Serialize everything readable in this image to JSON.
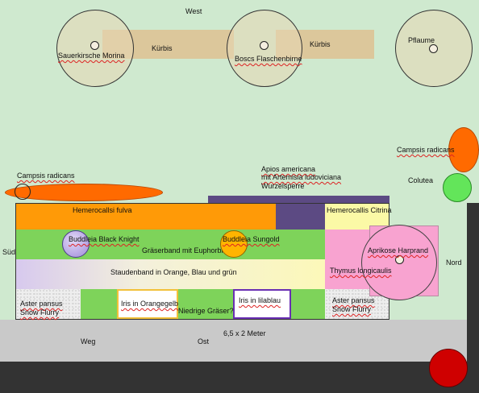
{
  "compass": {
    "west": "West",
    "south": "Süd",
    "north": "Nord",
    "east": "Ost"
  },
  "path_label": "Weg",
  "size_label": "6,5 x 2 Meter",
  "trees": {
    "sauerkirsche": "Sauerkirsche Morina",
    "kuerbis_1": "Kürbis",
    "birne": "Boscs Flaschenbirne",
    "kuerbis_2": "Kürbis",
    "pflaume": "Pflaume"
  },
  "climbers": {
    "campsis_right": "Campsis radicans",
    "colutea": "Colutea",
    "campsis_left": "Campsis radicans",
    "apios_line1": "Apios americana",
    "apios_line2": "mit Artemisia ludoviciana",
    "apios_line3": "Wurzelsperre"
  },
  "bed": {
    "hemerocallis_fulva": "Hemerocallsi fulva",
    "hemerocallis_citrina": "Hemerocallis Citrina",
    "buddleia_black": "Buddleia Black Knight",
    "buddleia_sungold": "Buddleia Sungold",
    "graeserband": "Gräserband mit Euphorbien",
    "staudenband": "Staudenband in Orange, Blau und grün",
    "thymus": "Thymus longicaulis",
    "aprikose": "Aprikose Harprand",
    "aster_left_1": "Aster pansus",
    "aster_left_2": "Snow Flurry",
    "iris_orange": "Iris in Orangegelb",
    "niedrige_graeser": "Niedrige Gräser?",
    "iris_lila": "Iris in lilablau",
    "aster_right_1": "Aster pansus",
    "aster_right_2": "Snow Flurry"
  }
}
